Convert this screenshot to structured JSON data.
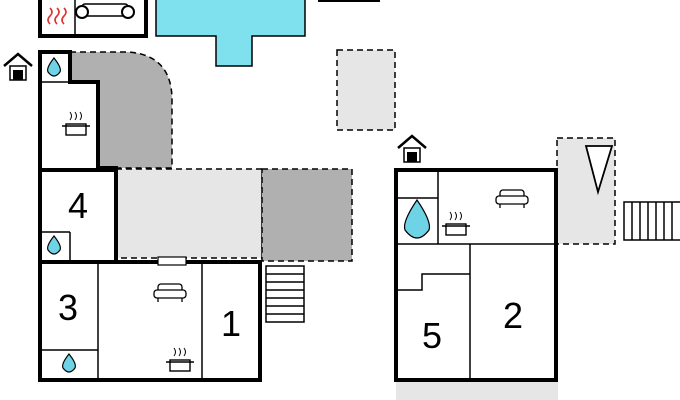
{
  "rooms": {
    "room_1": "1",
    "room_2": "2",
    "room_3": "3",
    "room_4": "4",
    "room_5": "5"
  },
  "colors": {
    "pool": "#7fe0ee",
    "water_drop": "#6fd3e6",
    "terrace_light": "#e6e6e6",
    "terrace_dark": "#b0b0b0",
    "wall": "#000000"
  },
  "icons": [
    "house-icon",
    "water-drop-icon",
    "cooking-pot-icon",
    "sofa-icon",
    "sauna-heater-icon",
    "bathtub-icon",
    "stairs-icon",
    "triangle-icon"
  ]
}
